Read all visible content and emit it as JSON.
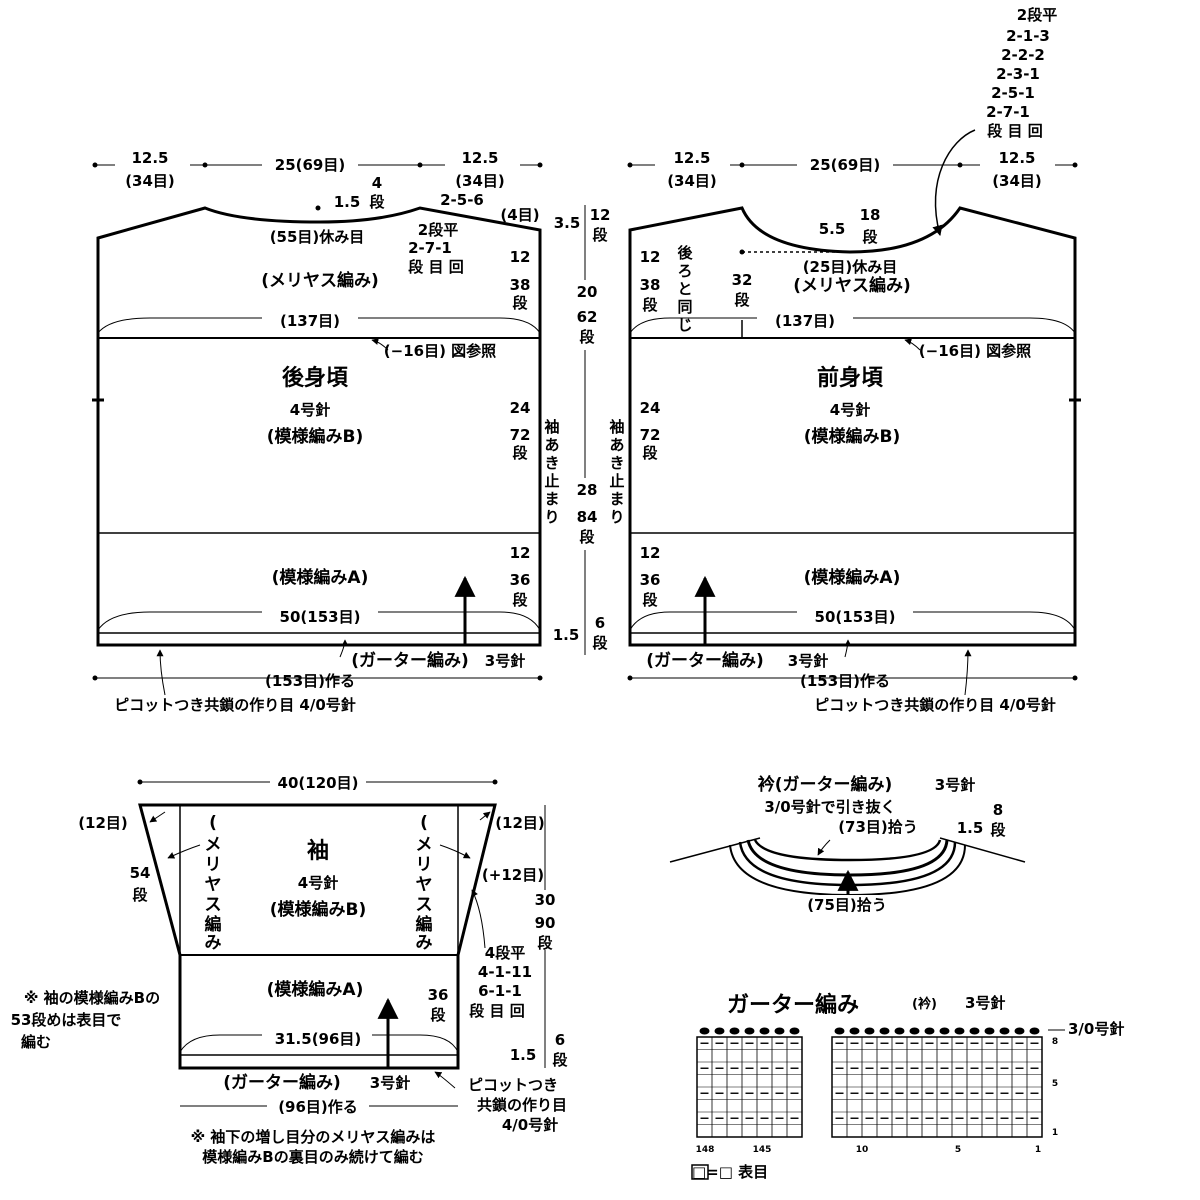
{
  "top_right_note": [
    "2段平",
    "2-1-3",
    "2-2-2",
    "2-3-1",
    "2-5-1",
    "2-7-1",
    "段 目 回"
  ],
  "back": {
    "shoulder_left": "12.5",
    "shoulder_left_sts": "(34目)",
    "neck_width": "25(69目)",
    "shoulder_right": "12.5",
    "shoulder_right_sts": "(34目)",
    "neck_depth_rows": [
      "4",
      "段"
    ],
    "neck_depth_cm": "1.5",
    "neck_dec": "2-5-6",
    "neck_dec_sts": "(4目)",
    "hold": "(55目)休み目",
    "shoulder_dec": [
      "2段平",
      "2-7-1",
      "段 目 回"
    ],
    "stockinette": "(メリヤス編み)",
    "upper_cm": "12",
    "upper_rows": [
      "38",
      "段"
    ],
    "sts_137": "(137目)",
    "dec16": "(−16目) 図参照",
    "title": "後身頃",
    "needle": "4号針",
    "pattern_b": "(模様編みB)",
    "mid_cm": "24",
    "mid_rows": [
      "72",
      "段"
    ],
    "armhole_note": [
      "袖",
      "あ",
      "き",
      "止",
      "ま",
      "り"
    ],
    "low_cm": "12",
    "low_rows": [
      "36",
      "段"
    ],
    "pattern_a": "(模様編みA)",
    "sts_153": "50(153目)",
    "garter": "(ガーター編み)",
    "garter_needle": "3号針",
    "cast_on": "(153目)作る",
    "cast_on_note": "ピコットつき共鎖の作り目 4/0号針"
  },
  "center_dims": {
    "top_cm": "3.5",
    "top_rows": [
      "12",
      "段"
    ],
    "mid_cm": "20",
    "mid_rows": [
      "62",
      "段"
    ],
    "low_cm": "28",
    "low_rows": [
      "84",
      "段"
    ],
    "bottom_cm": "1.5",
    "bottom_rows": [
      "6",
      "段"
    ]
  },
  "front": {
    "shoulder_left": "12.5",
    "shoulder_left_sts": "(34目)",
    "neck_width": "25(69目)",
    "shoulder_right": "12.5",
    "shoulder_right_sts": "(34目)",
    "neck_depth_cm": "5.5",
    "neck_depth_rows": [
      "18",
      "段"
    ],
    "same_as_back": [
      "後",
      "ろ",
      "と",
      "同",
      "じ"
    ],
    "upper_cm": "12",
    "upper_rows": [
      "38",
      "段"
    ],
    "center_rows": [
      "32",
      "段"
    ],
    "hold": "(25目)休み目",
    "stockinette": "(メリヤス編み)",
    "sts_137": "(137目)",
    "dec16": "(−16目) 図参照",
    "title": "前身頃",
    "needle": "4号針",
    "pattern_b": "(模様編みB)",
    "mid_cm": "24",
    "mid_rows": [
      "72",
      "段"
    ],
    "armhole_note": [
      "袖",
      "あ",
      "き",
      "止",
      "ま",
      "り"
    ],
    "low_cm": "12",
    "low_rows": [
      "36",
      "段"
    ],
    "pattern_a": "(模様編みA)",
    "sts_153": "50(153目)",
    "garter": "(ガーター編み)",
    "garter_needle": "3号針",
    "cast_on": "(153目)作る",
    "cast_on_note": "ピコットつき共鎖の作り目 4/0号針"
  },
  "sleeve": {
    "top_width": "40(120目)",
    "left_sts": "(12目)",
    "right_sts": "(12目)",
    "left_rows": [
      "54",
      "段"
    ],
    "left_stock": [
      "(",
      "メ",
      "リ",
      "ヤ",
      "ス",
      "編",
      "み",
      ")"
    ],
    "right_stock": [
      "(",
      "メ",
      "リ",
      "ヤ",
      "ス",
      "編",
      "み",
      ")"
    ],
    "title": "袖",
    "needle": "4号針",
    "pattern_b": "(模様編みB)",
    "plus12": "(+12目)",
    "height_cm": "30",
    "height_rows": [
      "90",
      "段"
    ],
    "inc_note": [
      "4段平",
      "4-1-11",
      "6-1-1",
      "段 目 回"
    ],
    "pattern_a": "(模様編みA)",
    "a_rows": [
      "36",
      "段"
    ],
    "sts_96": "31.5(96目)",
    "bottom_cm": "1.5",
    "bottom_rows": [
      "6",
      "段"
    ],
    "garter": "(ガーター編み)",
    "garter_needle": "3号針",
    "cast_on": "(96目)作る",
    "cast_on_note": [
      "ピコットつき",
      "共鎖の作り目",
      "4/0号針"
    ],
    "note_left": [
      "※ 袖の模様編みBの",
      "53段めは表目で",
      "編む"
    ],
    "note_bottom": [
      "※ 袖下の増し目分のメリヤス編みは",
      "模様編みBの裏目のみ続けて編む"
    ]
  },
  "collar": {
    "title": "衿(ガーター編み)",
    "needle": "3号針",
    "bind_off": "3/0号針で引き抜く",
    "pick73": "(73目)拾う",
    "cm": "1.5",
    "rows": [
      "8",
      "段"
    ],
    "pick75": "(75目)拾う"
  },
  "chart": {
    "title": "ガーター編み",
    "title_sub": "(衿)",
    "needle": "3号針",
    "bind_off_needle": "3/0号針",
    "row_labels": [
      "8",
      "5",
      "1"
    ],
    "col_labels_left": [
      "148",
      "145"
    ],
    "col_labels_right": [
      "10",
      "5",
      "1"
    ],
    "legend": "□=□ 表目"
  }
}
